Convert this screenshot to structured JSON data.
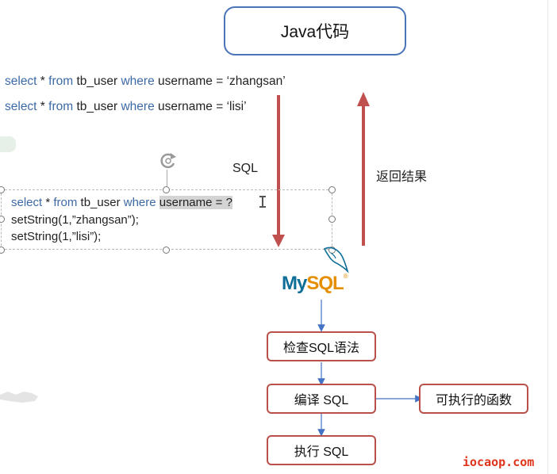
{
  "java_box": {
    "label": "Java代码"
  },
  "queries": [
    {
      "kw1": "select",
      "star": " * ",
      "kw2": "from",
      "table": " tb_user ",
      "kw3": "where",
      "cond": " username = ‘zhangsan’"
    },
    {
      "kw1": "select",
      "star": " * ",
      "kw2": "from",
      "table": " tb_user ",
      "kw3": "where",
      "cond": " username = ‘lisi’"
    }
  ],
  "arrow_down_label": "SQL",
  "arrow_up_label": "返回结果",
  "prepared": {
    "kw1": "select",
    "star": " * ",
    "kw2": "from",
    "table": " tb_user ",
    "kw3": "where",
    "placeholder": "username = ?",
    "set1": "setString(1,”zhangsan”);",
    "set2": "setString(1,”lisi”);"
  },
  "mysql_logo": {
    "part1": "My",
    "part2": "SQL",
    "tm": "®"
  },
  "flow": {
    "check": "检查SQL语法",
    "compile": "编译 SQL",
    "callable": "可执行的函数",
    "execute": "执行 SQL"
  },
  "watermark": "iocaop.com",
  "colors": {
    "accent_red": "#c0504d",
    "node_border": "#b9504a",
    "java_border": "#4a74b8",
    "flow_arrow": "#4472c4",
    "keyword": "#3d6aa6"
  }
}
